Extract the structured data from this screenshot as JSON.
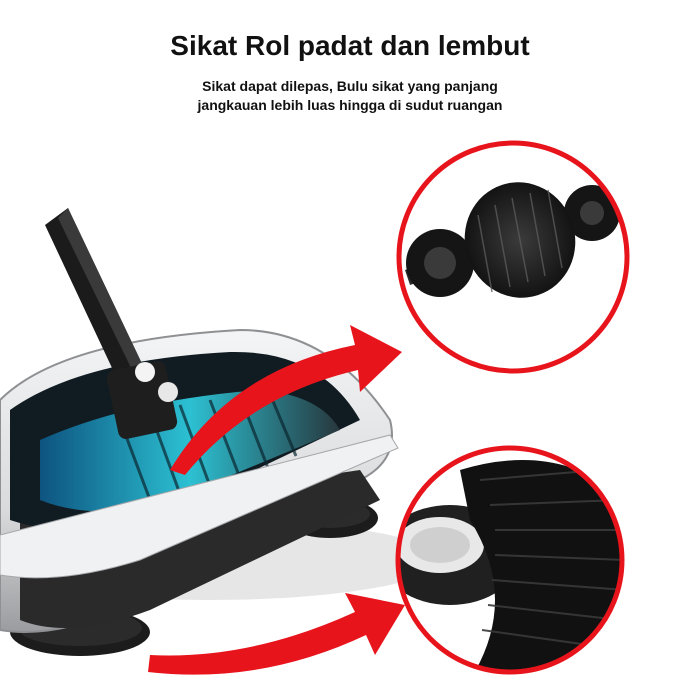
{
  "headline": "Sikat Rol padat dan lembut",
  "subtitle": {
    "line1": "Sikat dapat dilepas, Bulu sikat yang panjang",
    "line2": "jangkauan lebih luas hingga di sudut ruangan"
  },
  "colors": {
    "accent": "#e8141c",
    "sweeper_body": "#e9eaec",
    "brush": "#1a1a1a",
    "glow": "#2fd3e6"
  },
  "icons": {
    "roller_callout": "roller-brush-closeup",
    "side_brush_callout": "side-brush-closeup"
  }
}
